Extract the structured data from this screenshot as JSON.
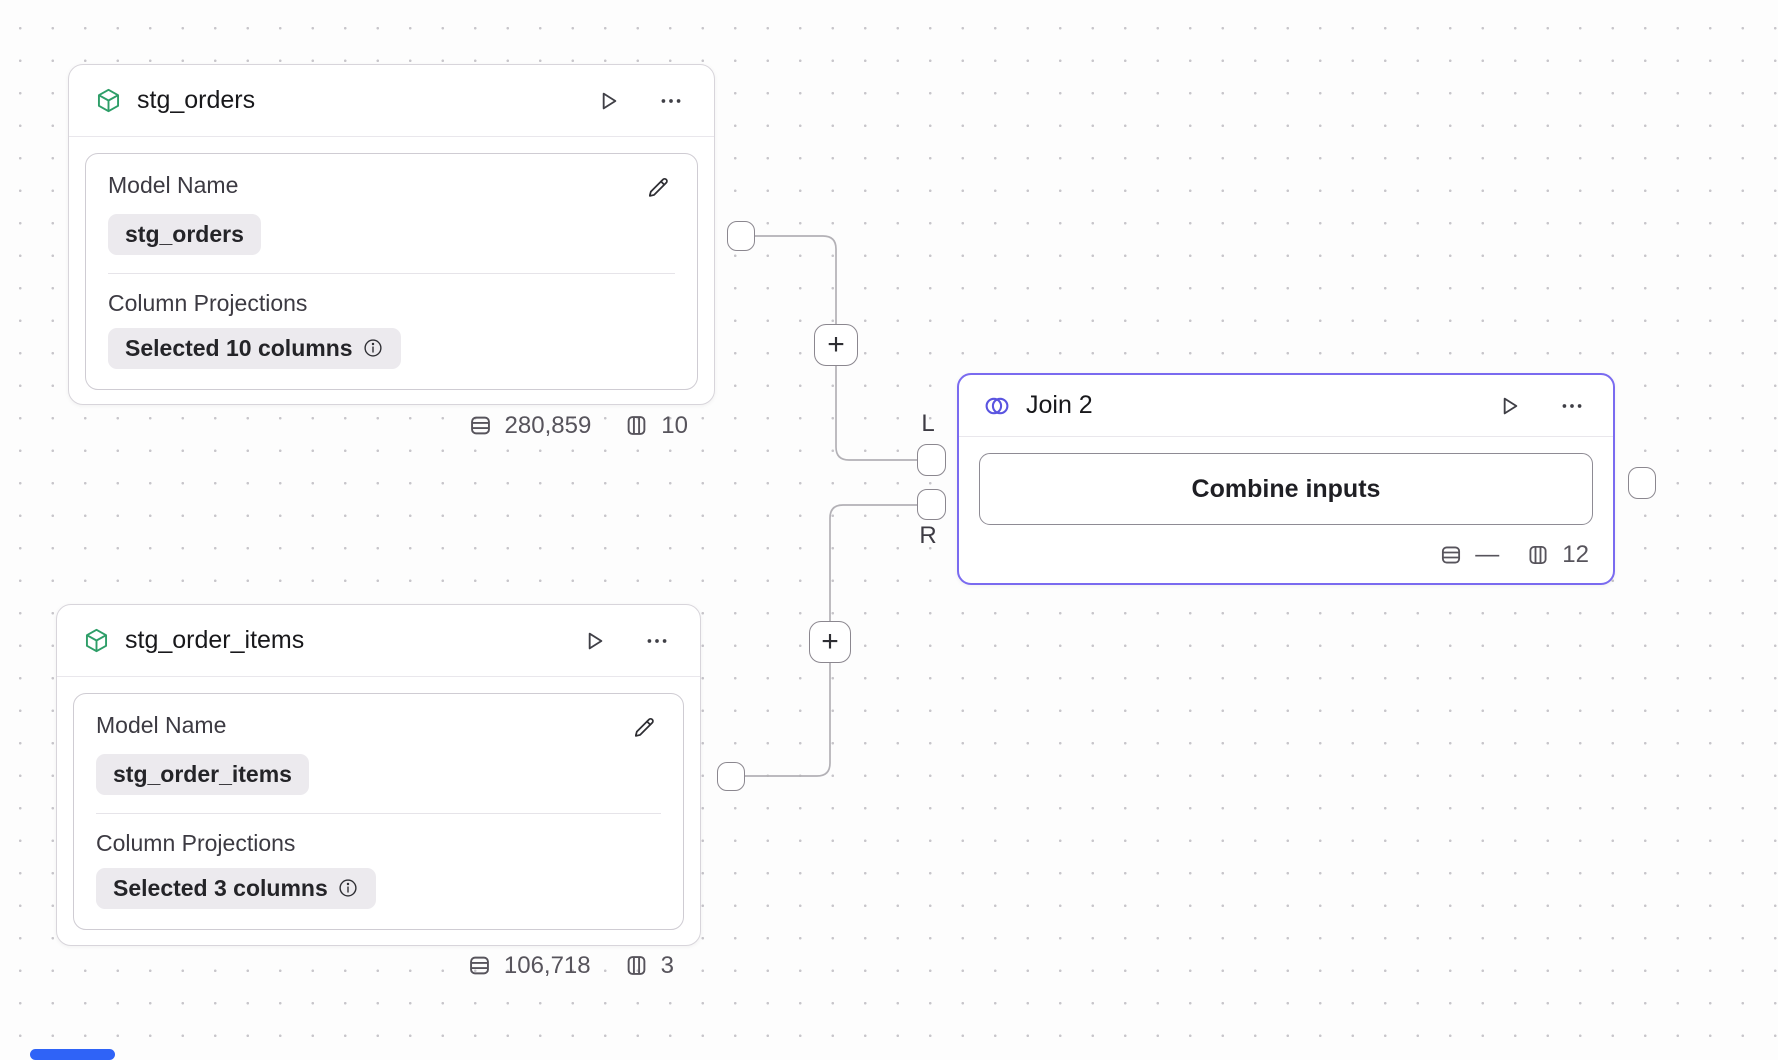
{
  "nodes": {
    "stg_orders": {
      "title": "stg_orders",
      "model_name_label": "Model Name",
      "model_name_value": "stg_orders",
      "column_projections_label": "Column Projections",
      "column_projections_value": "Selected 10 columns",
      "row_count": "280,859",
      "column_count": "10"
    },
    "stg_order_items": {
      "title": "stg_order_items",
      "model_name_label": "Model Name",
      "model_name_value": "stg_order_items",
      "column_projections_label": "Column Projections",
      "column_projections_value": "Selected 3 columns",
      "row_count": "106,718",
      "column_count": "3"
    },
    "join": {
      "title": "Join 2",
      "action_label": "Combine inputs",
      "row_count": "—",
      "column_count": "12"
    }
  },
  "ports": {
    "left_label": "L",
    "right_label": "R"
  },
  "connectors": {
    "add_label": "+"
  },
  "colors": {
    "join_accent": "#7a6bf0",
    "venn_icon": "#5a54e0",
    "cube_icon": "#2e9e68",
    "chip_bg": "#eceaee",
    "wire": "#b3b1b6",
    "canvas_dot": "#c8c6cb",
    "scroll_thumb": "#2f63f7"
  }
}
